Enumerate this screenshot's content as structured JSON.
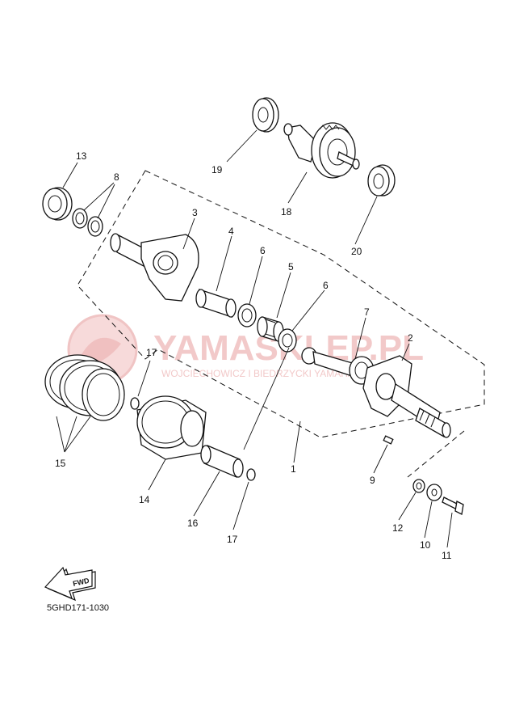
{
  "diagram": {
    "code": "5GHD171-1030",
    "fwd_label": "FWD",
    "watermark": {
      "brand": "YAMASKLEP.PL",
      "tagline": "WOJCIECHOWICZ I BIEDRZYCKI YAMAHA"
    },
    "callouts": {
      "p1": "1",
      "p2": "2",
      "p3": "3",
      "p4": "4",
      "p5": "5",
      "p6a": "6",
      "p6b": "6",
      "p7": "7",
      "p8": "8",
      "p9": "9",
      "p10": "10",
      "p11": "11",
      "p12": "12",
      "p13": "13",
      "p14": "14",
      "p15": "15",
      "p16": "16",
      "p17a": "17",
      "p17b": "17",
      "p18": "18",
      "p19": "19",
      "p20": "20"
    }
  }
}
